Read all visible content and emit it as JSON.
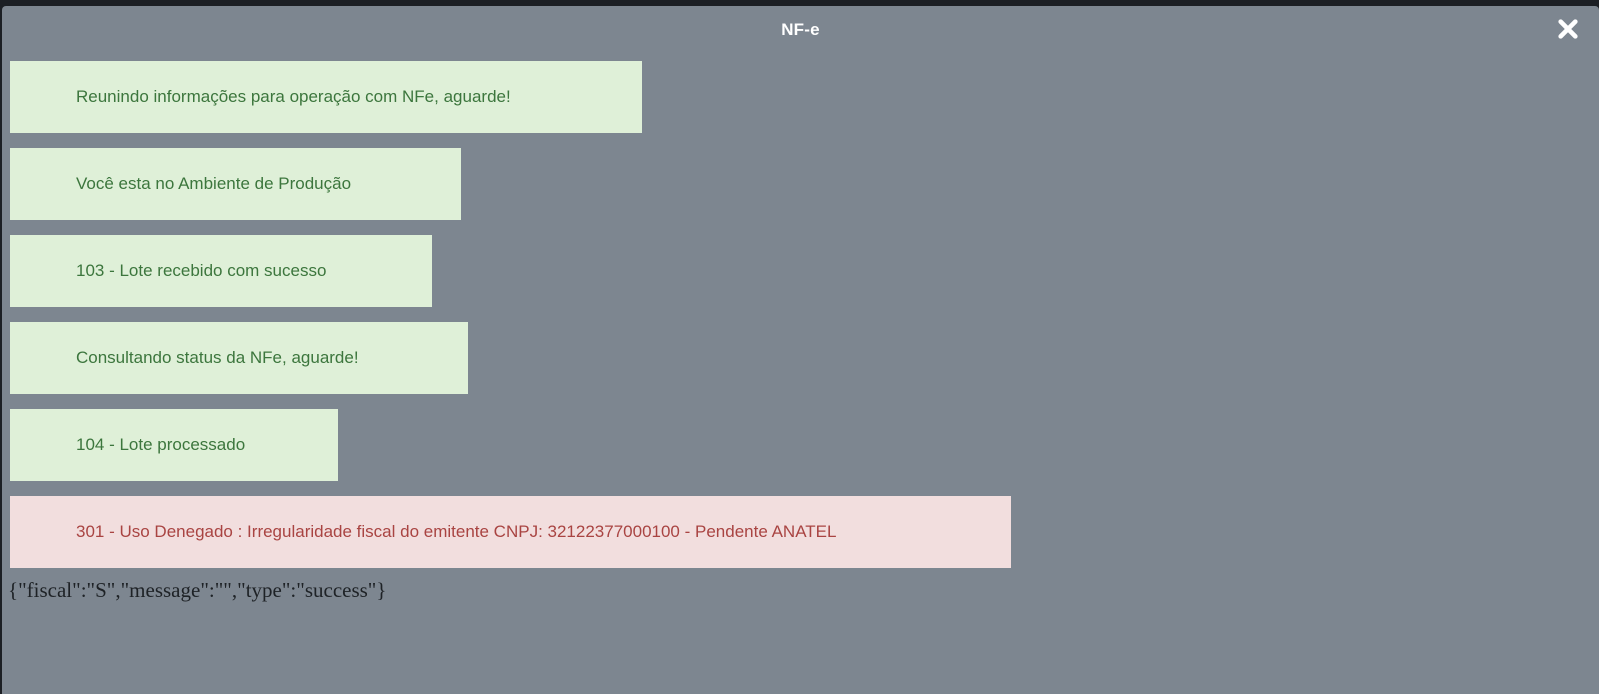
{
  "dialog": {
    "title": "NF-e",
    "close_icon": "close-icon"
  },
  "messages": [
    {
      "type": "success",
      "text": "Reunindo informações para operação com NFe, aguarde!"
    },
    {
      "type": "success",
      "text": "Você esta no Ambiente de Produção"
    },
    {
      "type": "success",
      "text": "103 - Lote recebido com sucesso"
    },
    {
      "type": "success",
      "text": "Consultando status da NFe, aguarde!"
    },
    {
      "type": "success",
      "text": "104 - Lote processado"
    },
    {
      "type": "danger",
      "text": "301 - Uso Denegado : Irregularidade fiscal do emitente CNPJ: 32122377000100 - Pendente ANATEL"
    }
  ],
  "raw_response": "{\"fiscal\":\"S\",\"message\":\"\",\"type\":\"success\"}",
  "colors": {
    "dialog_background": "#7d8690",
    "success_background": "#dff0d8",
    "success_text": "#3c763d",
    "danger_background": "#f2dede",
    "danger_text": "#a94442"
  }
}
